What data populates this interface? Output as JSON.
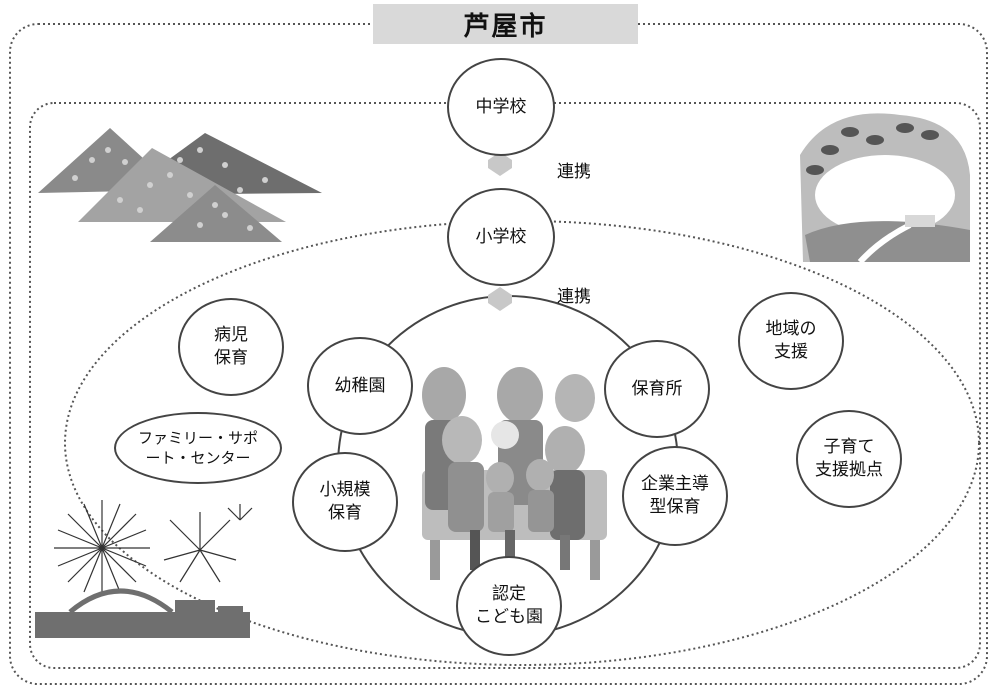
{
  "title": "芦屋市",
  "links": {
    "upper": "連携",
    "lower": "連携"
  },
  "nodes": {
    "junior_high": "中学校",
    "elementary": "小学校",
    "kindergarten": "幼稚園",
    "nursery": "保育所",
    "small_nursery": "小規模\n保育",
    "corporate_nursery": "企業主導\n型保育",
    "certified_center": "認定\nこども園",
    "sick_child_care": "病児\n保育",
    "family_support": "ファミリー・サポ\nート・センター",
    "community_support": "地域の\n支援",
    "childcare_hub": "子育て\n支援拠点"
  }
}
